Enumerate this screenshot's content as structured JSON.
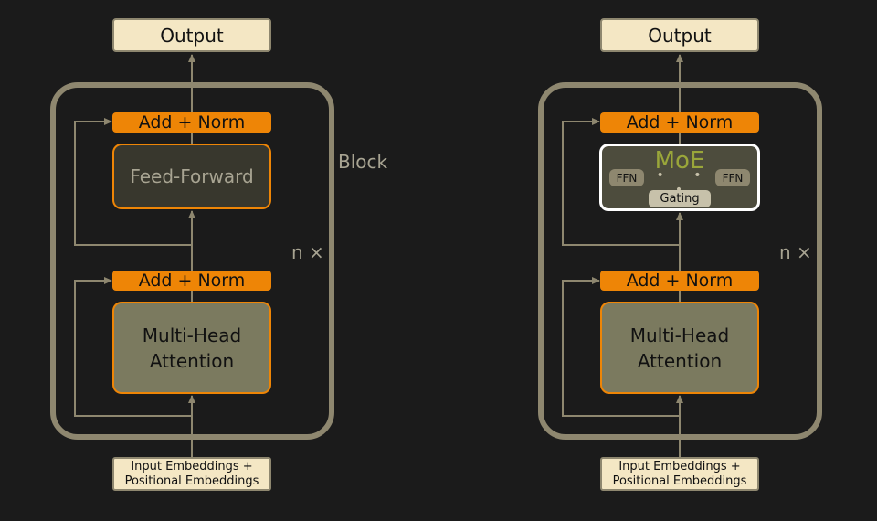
{
  "left": {
    "output_label": "Output",
    "top_norm_label": "Add + Norm",
    "feed_forward_label": "Feed-Forward",
    "bottom_norm_label": "Add + Norm",
    "attention_line1": "Multi-Head",
    "attention_line2": "Attention",
    "input_line1": "Input Embeddings +",
    "input_line2": "Positional Embeddings",
    "block_label": "Block",
    "repeat_label": "n ×"
  },
  "right": {
    "output_label": "Output",
    "top_norm_label": "Add + Norm",
    "moe_label": "MoE",
    "ffn_left_label": "FFN",
    "ffn_right_label": "FFN",
    "dots": "• • •",
    "gating_label": "Gating",
    "bottom_norm_label": "Add + Norm",
    "attention_line1": "Multi-Head",
    "attention_line2": "Attention",
    "input_line1": "Input Embeddings +",
    "input_line2": "Positional Embeddings",
    "repeat_label": "n ×"
  },
  "colors": {
    "background": "#1b1b1b",
    "frame": "#8e876f",
    "norm": "#ee8506",
    "output_fill": "#f4e7c4",
    "attention_fill": "#7b7a5f",
    "moe_title": "#9aa63a"
  }
}
